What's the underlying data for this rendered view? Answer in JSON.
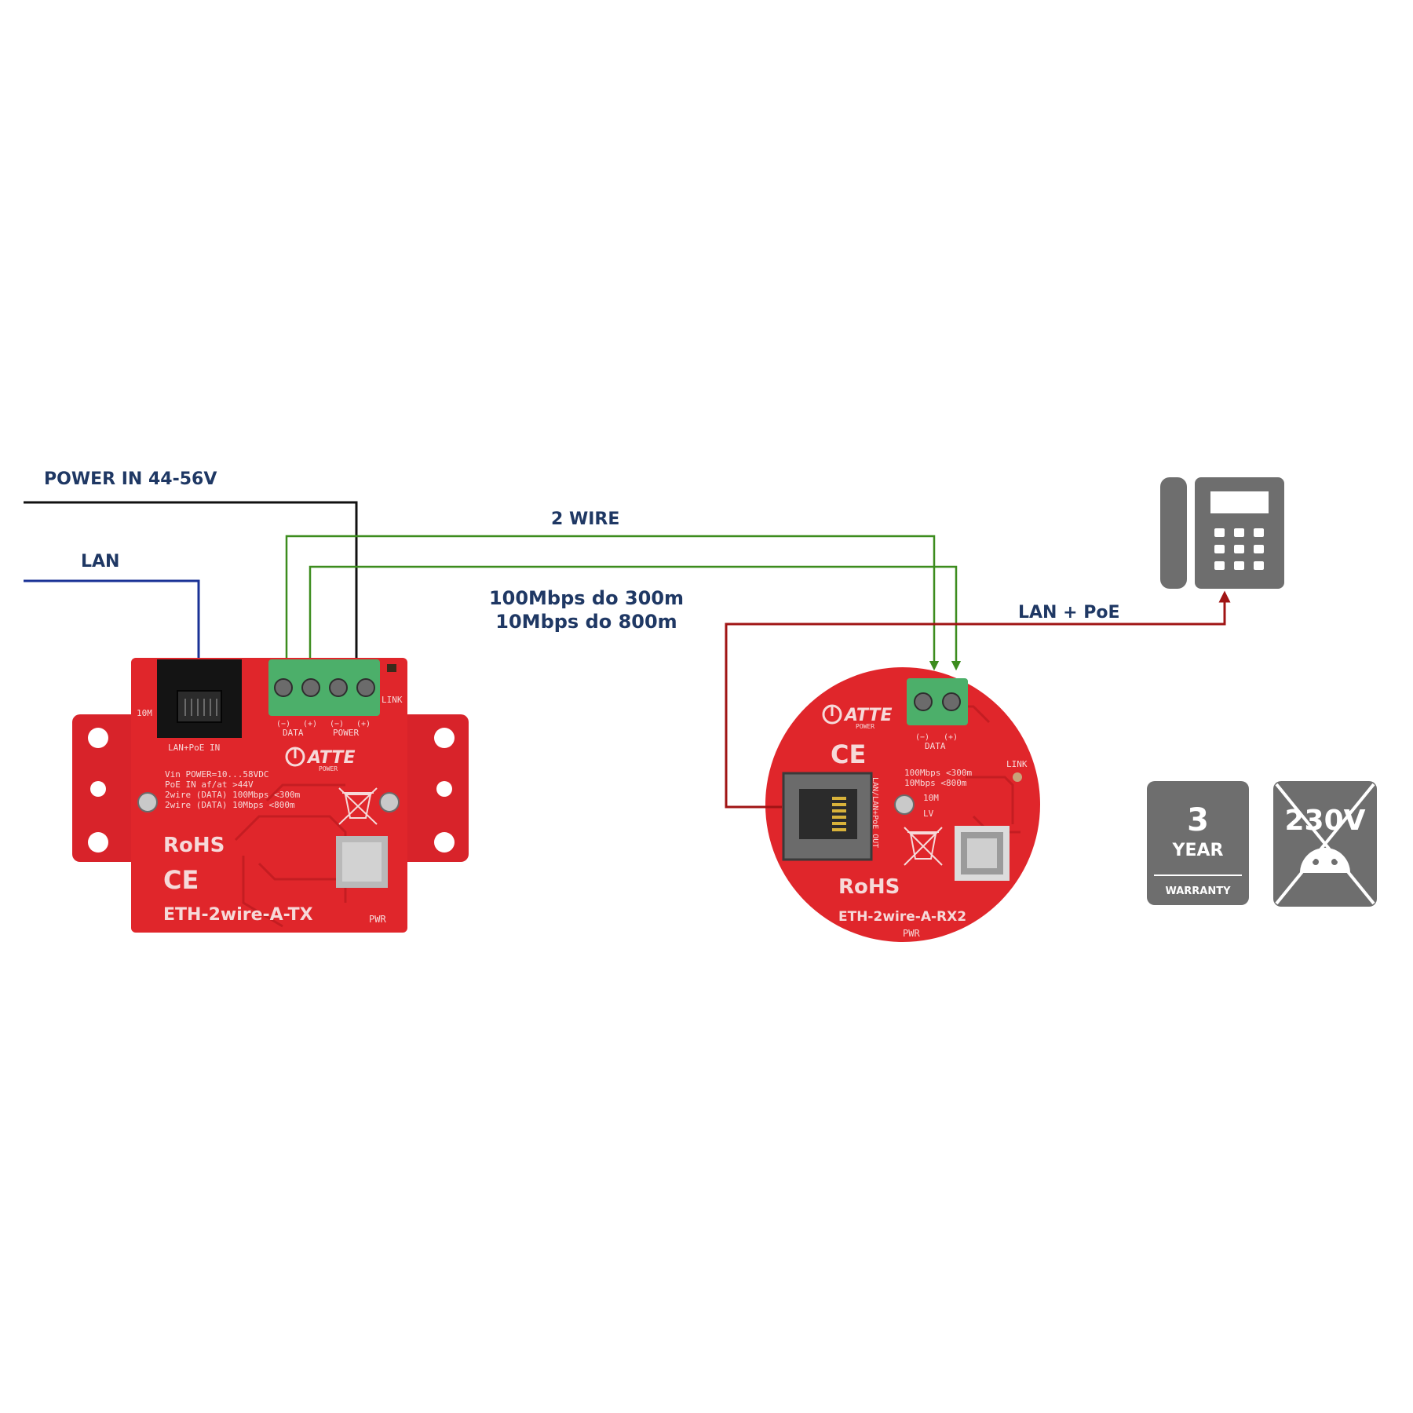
{
  "labels": {
    "power_in": "POWER IN 44-56V",
    "lan": "LAN",
    "two_wire": "2 WIRE",
    "speed_line1": "100Mbps do 300m",
    "speed_line2": "10Mbps do 800m",
    "lan_poe": "LAN + PoE"
  },
  "tx_board": {
    "port_label": "LAN+PoE IN",
    "mode_label": "10M",
    "link_label": "LINK",
    "terminal_minus": "(−)",
    "terminal_plus": "(+)",
    "data_label": "DATA",
    "power_label": "POWER",
    "brand": "ATTE",
    "brand_sub": "POWER",
    "spec1": "Vin POWER=10...58VDC",
    "spec2": "PoE IN af/at >44V",
    "spec3": "2wire (DATA) 100Mbps <300m",
    "spec4": "2wire (DATA) 10Mbps <800m",
    "rohs": "RoHS",
    "ce": "CE",
    "model": "ETH-2wire-A-TX",
    "pwr": "PWR"
  },
  "rx_board": {
    "brand": "ATTE",
    "brand_sub": "POWER",
    "ce": "CE",
    "terminal_minus": "(−)",
    "terminal_plus": "(+)",
    "data_label": "DATA",
    "link_label": "LINK",
    "spec1": "100Mbps <300m",
    "spec2": "10Mbps <800m",
    "mode1": "10M",
    "mode2": "LV",
    "port_label": "LAN/LAN+PoE OUT",
    "rohs": "RoHS",
    "model": "ETH-2wire-A-RX2",
    "pwr": "PWR"
  },
  "badges": {
    "warranty_number": "3",
    "warranty_year": "YEAR",
    "warranty_text": "WARRANTY",
    "voltage_text": "230V"
  },
  "icons": [
    "ip-phone-icon",
    "warranty-badge-icon",
    "no-230v-icon",
    "weee-bin-icon",
    "qr-code-icon"
  ],
  "colors": {
    "label_text": "#1f3864",
    "power_wire": "#111111",
    "lan_wire": "#1a3296",
    "two_wire": "#3c8c1e",
    "lan_poe_wire": "#a01414",
    "board_red": "#e0262b",
    "terminal_green": "#4caf6a",
    "badge_gray": "#6e6e6e"
  }
}
